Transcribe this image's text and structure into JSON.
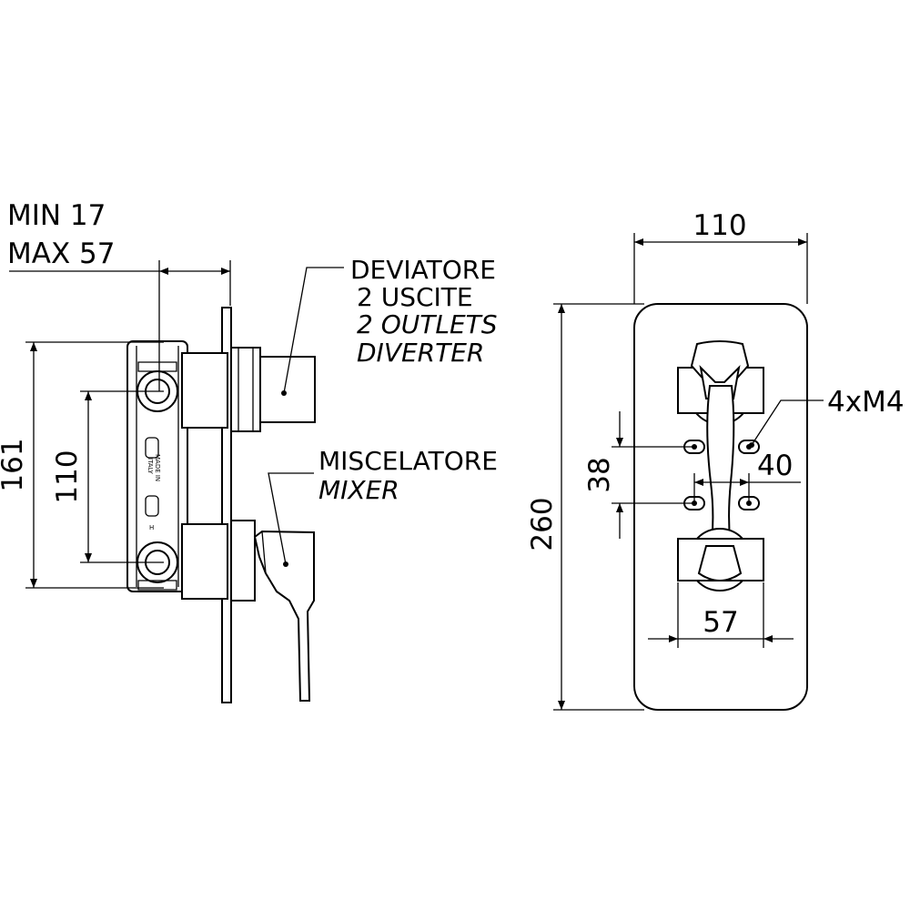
{
  "side_view": {
    "depth_min": "MIN 17",
    "depth_max": "MAX 57",
    "height_total": "161",
    "height_centers": "110",
    "diverter_label_it": "DEVIATORE",
    "diverter_outlets_it": "2 USCITE",
    "diverter_outlets_en": "2 OUTLETS",
    "diverter_label_en": "DIVERTER",
    "mixer_label_it": "MISCELATORE",
    "mixer_label_en": "MIXER",
    "body_marking_1": "MADE IN",
    "body_marking_2": "ITALY",
    "body_marking_h": "H"
  },
  "front_view": {
    "plate_width": "110",
    "plate_height": "260",
    "screw_spec": "4xM4",
    "screw_vertical": "38",
    "screw_horizontal": "40",
    "handle_width": "57"
  }
}
